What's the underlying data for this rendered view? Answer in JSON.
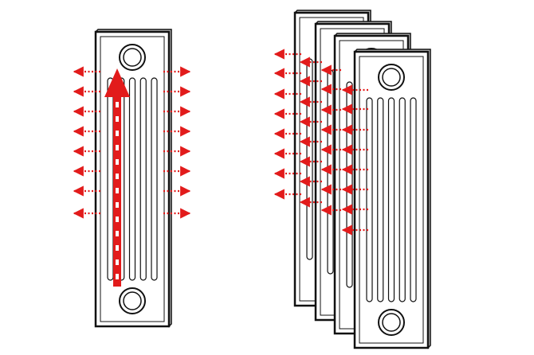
{
  "diagram": {
    "colors": {
      "background": "#ffffff",
      "outline": "#111111",
      "panel_fill": "#ffffff",
      "panel_side": "#c9c9c9",
      "heat_arrow": "#e21b1b",
      "dash_white": "#ffffff"
    },
    "left_figure": {
      "panels": 1,
      "description_icon": "single-radiator-section",
      "outward_arrows_per_side": 8
    },
    "right_figure": {
      "panels": 4,
      "description_icon": "stacked-radiator-sections",
      "arrow_rows": 8
    }
  }
}
